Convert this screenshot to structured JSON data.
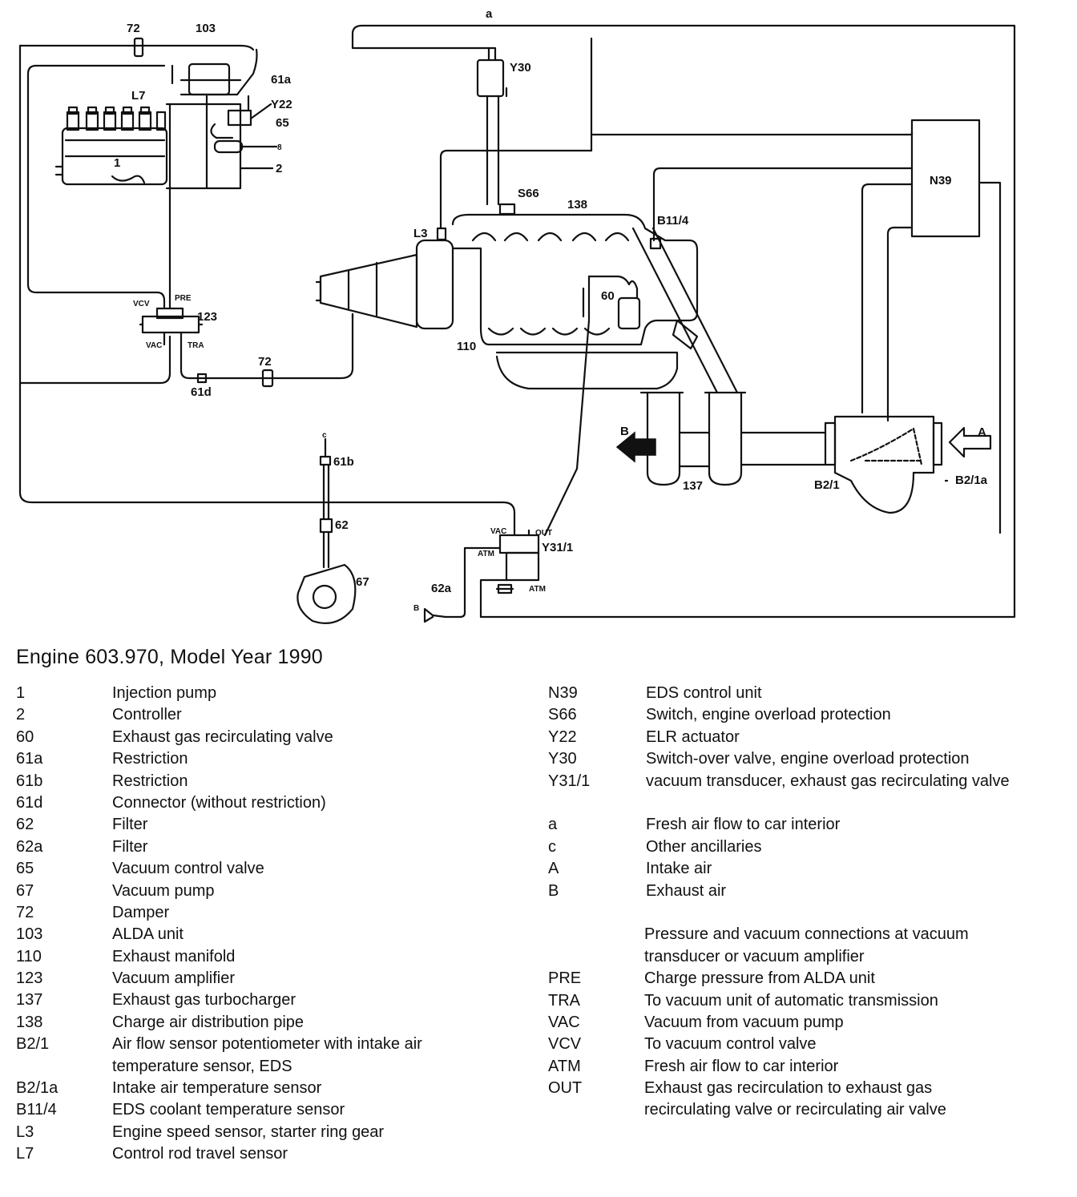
{
  "diagram_labels": {
    "l72_top": "72",
    "l103": "103",
    "la": "a",
    "lY30": "Y30",
    "l61a": "61a",
    "lL7": "L7",
    "lY22": "Y22",
    "l65": "65",
    "l8": "8",
    "l1": "1",
    "l2": "2",
    "lN39": "N39",
    "lS66": "S66",
    "l138": "138",
    "lL3": "L3",
    "lB11_4": "B11/4",
    "l60": "60",
    "l123": "123",
    "lVCV": "VCV",
    "lPRE": "PRE",
    "lVAC_123": "VAC",
    "lTRA": "TRA",
    "l110": "110",
    "l72_bottom": "72",
    "l61d": "61d",
    "lc": "c",
    "l61b": "61b",
    "lB_arrow": "B",
    "lA_arrow": "A",
    "l137": "137",
    "lB2_1": "B2/1",
    "lB2_1a": "B2/1a",
    "l62": "62",
    "lVAC_y31": "VAC",
    "lOUT": "OUT",
    "lY31_1": "Y31/1",
    "lATM1": "ATM",
    "l67": "67",
    "l62a": "62a",
    "lATM2": "ATM",
    "lB_small": "B"
  },
  "title": "Engine 603.970,  Model Year 1990",
  "legend_left": [
    {
      "code": "1",
      "desc": "Injection pump"
    },
    {
      "code": "2",
      "desc": "Controller"
    },
    {
      "code": "60",
      "desc": "Exhaust gas recirculating valve"
    },
    {
      "code": "61a",
      "desc": "Restriction"
    },
    {
      "code": "61b",
      "desc": "Restriction"
    },
    {
      "code": "61d",
      "desc": "Connector (without restriction)"
    },
    {
      "code": "62",
      "desc": "Filter"
    },
    {
      "code": "62a",
      "desc": "Filter"
    },
    {
      "code": "65",
      "desc": "Vacuum control valve"
    },
    {
      "code": "67",
      "desc": "Vacuum pump"
    },
    {
      "code": "72",
      "desc": "Damper"
    },
    {
      "code": "103",
      "desc": "ALDA unit"
    },
    {
      "code": "110",
      "desc": "Exhaust manifold"
    },
    {
      "code": "123",
      "desc": "Vacuum amplifier"
    },
    {
      "code": "137",
      "desc": "Exhaust gas turbocharger"
    },
    {
      "code": "138",
      "desc": "Charge air distribution pipe"
    },
    {
      "code": "B2/1",
      "desc": "Air flow sensor potentiometer with intake air temperature sensor, EDS"
    },
    {
      "code": "B2/1a",
      "desc": "Intake air temperature sensor"
    },
    {
      "code": "B11/4",
      "desc": "EDS coolant temperature sensor"
    },
    {
      "code": "L3",
      "desc": "Engine speed sensor, starter ring gear"
    },
    {
      "code": "L7",
      "desc": "Control rod travel sensor"
    }
  ],
  "legend_right_components": [
    {
      "code": "N39",
      "desc": "EDS control unit"
    },
    {
      "code": "S66",
      "desc": "Switch, engine overload protection"
    },
    {
      "code": "Y22",
      "desc": "ELR actuator"
    },
    {
      "code": "Y30",
      "desc": "Switch-over valve, engine overload protection"
    },
    {
      "code": "Y31/1",
      "desc": "vacuum transducer, exhaust gas recirculating valve"
    }
  ],
  "legend_right_flows": [
    {
      "code": "a",
      "desc": "Fresh air flow to car interior"
    },
    {
      "code": "c",
      "desc": "Other ancillaries"
    },
    {
      "code": "A",
      "desc": "Intake air"
    },
    {
      "code": "B",
      "desc": "Exhaust air"
    }
  ],
  "connections_heading": "Pressure and vacuum connections at vacuum transducer or vacuum amplifier",
  "legend_right_connections": [
    {
      "code": "PRE",
      "desc": "Charge pressure from ALDA unit"
    },
    {
      "code": "TRA",
      "desc": "To vacuum unit of automatic transmission"
    },
    {
      "code": "VAC",
      "desc": "Vacuum from vacuum pump"
    },
    {
      "code": "VCV",
      "desc": "To vacuum control valve"
    },
    {
      "code": "ATM",
      "desc": "Fresh air flow to car interior"
    },
    {
      "code": "OUT",
      "desc": "Exhaust gas recirculation to exhaust gas recirculating valve or recirculating air valve"
    }
  ]
}
